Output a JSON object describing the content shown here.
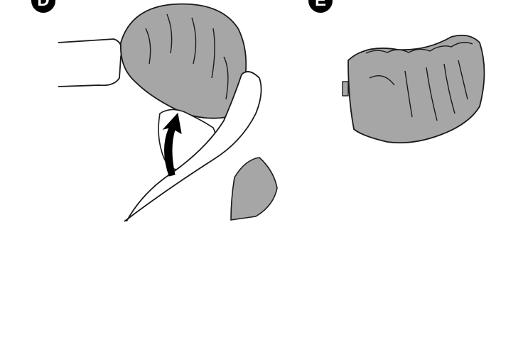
{
  "steps": [
    {
      "label": "D",
      "description": ""
    },
    {
      "label": "E",
      "description": ""
    }
  ],
  "colors": {
    "cover_fill": "#a6a6a6",
    "outline": "#1a1a1a",
    "badge": "#000000",
    "background": "#ffffff"
  },
  "icons": [
    "hand-illustration",
    "shoe-cover-illustration",
    "curved-arrow-icon"
  ]
}
